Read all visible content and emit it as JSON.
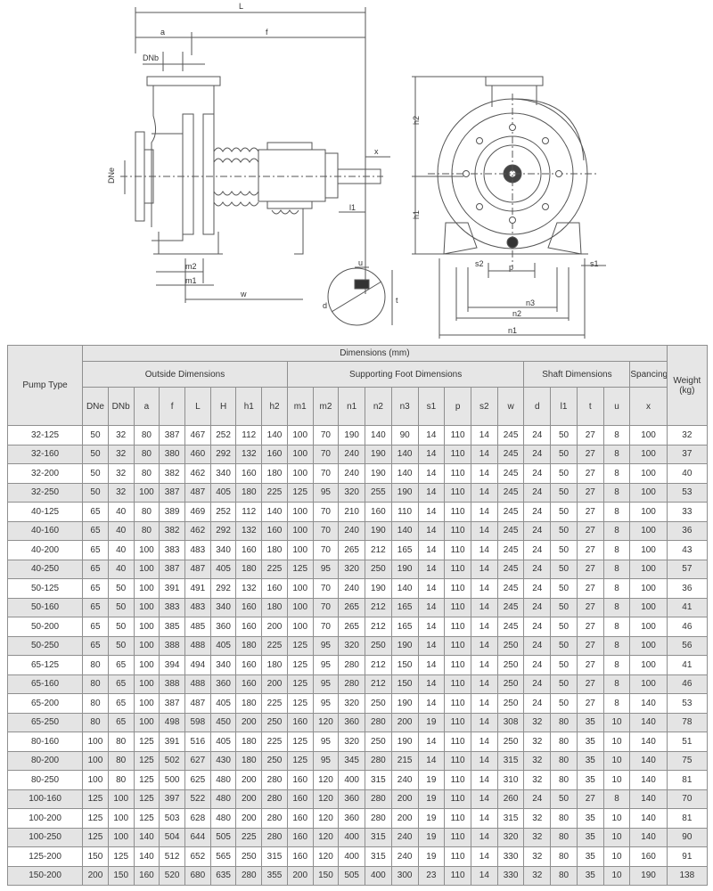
{
  "drawing": {
    "dimension_labels": {
      "L": "L",
      "a": "a",
      "f": "f",
      "DNb": "DNb",
      "DNe": "DNe",
      "x": "x",
      "l1": "l1",
      "m2": "m2",
      "m1": "m1",
      "w": "w",
      "d": "d",
      "u": "u",
      "t": "t",
      "h1": "h1",
      "h2": "h2",
      "s2": "s2",
      "p": "p",
      "s1": "s1",
      "n3": "n3",
      "n2": "n2",
      "n1": "n1"
    }
  },
  "table": {
    "header": {
      "pump_type": "Pump Type",
      "dimensions": "Dimensions (mm)",
      "weight": "Weight (kg)",
      "groups": {
        "outside": "Outside Dimensions",
        "foot": "Supporting Foot Dimensions",
        "shaft": "Shaft Dimensions",
        "spacing": "Spancing"
      },
      "columns": [
        "DNe",
        "DNb",
        "a",
        "f",
        "L",
        "H",
        "h1",
        "h2",
        "m1",
        "m2",
        "n1",
        "n2",
        "n3",
        "s1",
        "p",
        "s2",
        "w",
        "d",
        "l1",
        "t",
        "u",
        "x"
      ]
    },
    "rows": [
      [
        "32-125",
        "50",
        "32",
        "80",
        "387",
        "467",
        "252",
        "112",
        "140",
        "100",
        "70",
        "190",
        "140",
        "90",
        "14",
        "110",
        "14",
        "245",
        "24",
        "50",
        "27",
        "8",
        "100",
        "32"
      ],
      [
        "32-160",
        "50",
        "32",
        "80",
        "380",
        "460",
        "292",
        "132",
        "160",
        "100",
        "70",
        "240",
        "190",
        "140",
        "14",
        "110",
        "14",
        "245",
        "24",
        "50",
        "27",
        "8",
        "100",
        "37"
      ],
      [
        "32-200",
        "50",
        "32",
        "80",
        "382",
        "462",
        "340",
        "160",
        "180",
        "100",
        "70",
        "240",
        "190",
        "140",
        "14",
        "110",
        "14",
        "245",
        "24",
        "50",
        "27",
        "8",
        "100",
        "40"
      ],
      [
        "32-250",
        "50",
        "32",
        "100",
        "387",
        "487",
        "405",
        "180",
        "225",
        "125",
        "95",
        "320",
        "255",
        "190",
        "14",
        "110",
        "14",
        "245",
        "24",
        "50",
        "27",
        "8",
        "100",
        "53"
      ],
      [
        "40-125",
        "65",
        "40",
        "80",
        "389",
        "469",
        "252",
        "112",
        "140",
        "100",
        "70",
        "210",
        "160",
        "110",
        "14",
        "110",
        "14",
        "245",
        "24",
        "50",
        "27",
        "8",
        "100",
        "33"
      ],
      [
        "40-160",
        "65",
        "40",
        "80",
        "382",
        "462",
        "292",
        "132",
        "160",
        "100",
        "70",
        "240",
        "190",
        "140",
        "14",
        "110",
        "14",
        "245",
        "24",
        "50",
        "27",
        "8",
        "100",
        "36"
      ],
      [
        "40-200",
        "65",
        "40",
        "100",
        "383",
        "483",
        "340",
        "160",
        "180",
        "100",
        "70",
        "265",
        "212",
        "165",
        "14",
        "110",
        "14",
        "245",
        "24",
        "50",
        "27",
        "8",
        "100",
        "43"
      ],
      [
        "40-250",
        "65",
        "40",
        "100",
        "387",
        "487",
        "405",
        "180",
        "225",
        "125",
        "95",
        "320",
        "250",
        "190",
        "14",
        "110",
        "14",
        "245",
        "24",
        "50",
        "27",
        "8",
        "100",
        "57"
      ],
      [
        "50-125",
        "65",
        "50",
        "100",
        "391",
        "491",
        "292",
        "132",
        "160",
        "100",
        "70",
        "240",
        "190",
        "140",
        "14",
        "110",
        "14",
        "245",
        "24",
        "50",
        "27",
        "8",
        "100",
        "36"
      ],
      [
        "50-160",
        "65",
        "50",
        "100",
        "383",
        "483",
        "340",
        "160",
        "180",
        "100",
        "70",
        "265",
        "212",
        "165",
        "14",
        "110",
        "14",
        "245",
        "24",
        "50",
        "27",
        "8",
        "100",
        "41"
      ],
      [
        "50-200",
        "65",
        "50",
        "100",
        "385",
        "485",
        "360",
        "160",
        "200",
        "100",
        "70",
        "265",
        "212",
        "165",
        "14",
        "110",
        "14",
        "245",
        "24",
        "50",
        "27",
        "8",
        "100",
        "46"
      ],
      [
        "50-250",
        "65",
        "50",
        "100",
        "388",
        "488",
        "405",
        "180",
        "225",
        "125",
        "95",
        "320",
        "250",
        "190",
        "14",
        "110",
        "14",
        "250",
        "24",
        "50",
        "27",
        "8",
        "100",
        "56"
      ],
      [
        "65-125",
        "80",
        "65",
        "100",
        "394",
        "494",
        "340",
        "160",
        "180",
        "125",
        "95",
        "280",
        "212",
        "150",
        "14",
        "110",
        "14",
        "250",
        "24",
        "50",
        "27",
        "8",
        "100",
        "41"
      ],
      [
        "65-160",
        "80",
        "65",
        "100",
        "388",
        "488",
        "360",
        "160",
        "200",
        "125",
        "95",
        "280",
        "212",
        "150",
        "14",
        "110",
        "14",
        "250",
        "24",
        "50",
        "27",
        "8",
        "100",
        "46"
      ],
      [
        "65-200",
        "80",
        "65",
        "100",
        "387",
        "487",
        "405",
        "180",
        "225",
        "125",
        "95",
        "320",
        "250",
        "190",
        "14",
        "110",
        "14",
        "250",
        "24",
        "50",
        "27",
        "8",
        "140",
        "53"
      ],
      [
        "65-250",
        "80",
        "65",
        "100",
        "498",
        "598",
        "450",
        "200",
        "250",
        "160",
        "120",
        "360",
        "280",
        "200",
        "19",
        "110",
        "14",
        "308",
        "32",
        "80",
        "35",
        "10",
        "140",
        "78"
      ],
      [
        "80-160",
        "100",
        "80",
        "125",
        "391",
        "516",
        "405",
        "180",
        "225",
        "125",
        "95",
        "320",
        "250",
        "190",
        "14",
        "110",
        "14",
        "250",
        "32",
        "80",
        "35",
        "10",
        "140",
        "51"
      ],
      [
        "80-200",
        "100",
        "80",
        "125",
        "502",
        "627",
        "430",
        "180",
        "250",
        "125",
        "95",
        "345",
        "280",
        "215",
        "14",
        "110",
        "14",
        "315",
        "32",
        "80",
        "35",
        "10",
        "140",
        "75"
      ],
      [
        "80-250",
        "100",
        "80",
        "125",
        "500",
        "625",
        "480",
        "200",
        "280",
        "160",
        "120",
        "400",
        "315",
        "240",
        "19",
        "110",
        "14",
        "310",
        "32",
        "80",
        "35",
        "10",
        "140",
        "81"
      ],
      [
        "100-160",
        "125",
        "100",
        "125",
        "397",
        "522",
        "480",
        "200",
        "280",
        "160",
        "120",
        "360",
        "280",
        "200",
        "19",
        "110",
        "14",
        "260",
        "24",
        "50",
        "27",
        "8",
        "140",
        "70"
      ],
      [
        "100-200",
        "125",
        "100",
        "125",
        "503",
        "628",
        "480",
        "200",
        "280",
        "160",
        "120",
        "360",
        "280",
        "200",
        "19",
        "110",
        "14",
        "315",
        "32",
        "80",
        "35",
        "10",
        "140",
        "81"
      ],
      [
        "100-250",
        "125",
        "100",
        "140",
        "504",
        "644",
        "505",
        "225",
        "280",
        "160",
        "120",
        "400",
        "315",
        "240",
        "19",
        "110",
        "14",
        "320",
        "32",
        "80",
        "35",
        "10",
        "140",
        "90"
      ],
      [
        "125-200",
        "150",
        "125",
        "140",
        "512",
        "652",
        "565",
        "250",
        "315",
        "160",
        "120",
        "400",
        "315",
        "240",
        "19",
        "110",
        "14",
        "330",
        "32",
        "80",
        "35",
        "10",
        "160",
        "91"
      ],
      [
        "150-200",
        "200",
        "150",
        "160",
        "520",
        "680",
        "635",
        "280",
        "355",
        "200",
        "150",
        "505",
        "400",
        "300",
        "23",
        "110",
        "14",
        "330",
        "32",
        "80",
        "35",
        "10",
        "190",
        "138"
      ]
    ]
  }
}
